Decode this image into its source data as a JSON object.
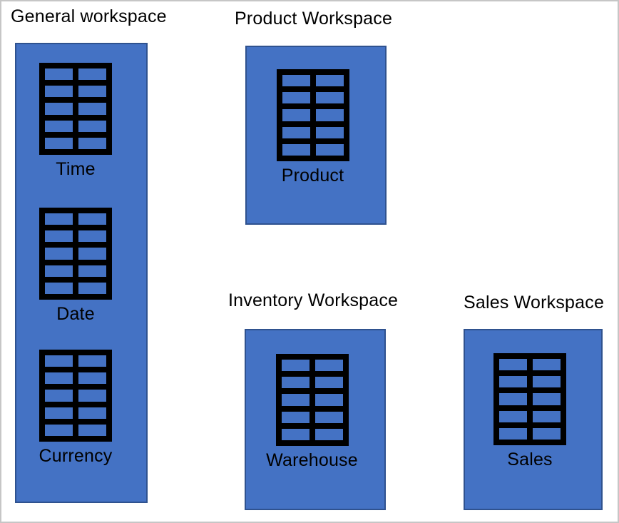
{
  "colors": {
    "box_fill": "#4472C4",
    "box_border": "#2F528F",
    "icon_color": "#000000",
    "text_color": "#000000",
    "canvas_background": "#FFFFFF",
    "canvas_border": "#C6C6C6"
  },
  "workspaces": [
    {
      "title": "General workspace",
      "tables": [
        {
          "label": "Time"
        },
        {
          "label": "Date"
        },
        {
          "label": "Currency"
        }
      ]
    },
    {
      "title": "Product Workspace",
      "tables": [
        {
          "label": "Product"
        }
      ]
    },
    {
      "title": "Inventory Workspace",
      "tables": [
        {
          "label": "Warehouse"
        }
      ]
    },
    {
      "title": "Sales Workspace",
      "tables": [
        {
          "label": "Sales"
        }
      ]
    }
  ]
}
